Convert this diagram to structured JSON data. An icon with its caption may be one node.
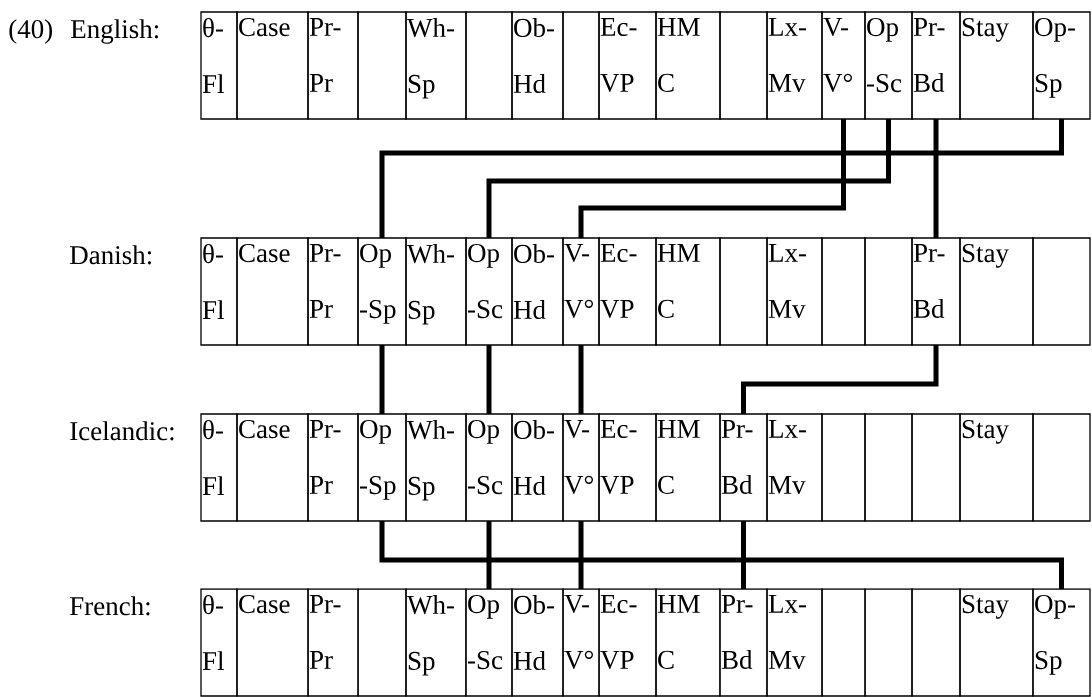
{
  "diagram": {
    "nodes": [
      {
        "text": [
          "θ- Fl"
        ]
      },
      {
        "text": [
          "Case"
        ]
      },
      {
        "text": [
          "Pr- Pr"
        ]
      },
      {
        "text": [],
        "shape": "box"
      },
      {
        "text": [
          "Wh- Sp"
        ]
      },
      {
        "text": [],
        "shape": "box"
      },
      {
        "text": [
          "Ob- Hd"
        ]
      },
      {
        "text": [],
        "shape": "box"
      },
      {
        "text": [
          "Ec- VP"
        ]
      },
      {
        "text": [
          "HM C"
        ]
      },
      {
        "text": [],
        "shape": "box"
      },
      {
        "text": [
          "Lx- Mv"
        ]
      },
      {
        "text": [
          "V- V°"
        ]
      },
      {
        "text": [
          "Op -Sc"
        ]
      },
      {
        "text": [
          "Pr- Bd"
        ]
      },
      {
        "text": [
          "Stay"
        ]
      },
      {
        "text": [
          "Op- Sp"
        ]
      },
      {
        "text": [
          "θ- Fl"
        ]
      },
      {
        "text": [
          "Case"
        ]
      },
      {
        "text": [
          "Pr- Pr"
        ]
      },
      {
        "text": [
          "Op -Sp"
        ]
      },
      {
        "text": [
          "Wh- Sp"
        ]
      },
      {
        "text": [
          "Op -Sc"
        ]
      },
      {
        "text": [
          "Ob- Hd"
        ]
      },
      {
        "text": [
          "V- V°"
        ]
      },
      {
        "text": [
          "Ec- VP"
        ]
      },
      {
        "text": [
          "HM C"
        ]
      },
      {
        "text": [],
        "shape": "box"
      },
      {
        "text": [
          "Lx- Mv"
        ]
      },
      {
        "text": [],
        "shape": "box"
      },
      {
        "text": [],
        "shape": "box"
      },
      {
        "text": [
          "Pr- Bd"
        ]
      },
      {
        "text": [
          "Stay"
        ]
      },
      {
        "text": [],
        "shape": "box"
      },
      {
        "text": [
          "θ- Fl"
        ]
      },
      {
        "text": [
          "Case"
        ]
      },
      {
        "text": [
          "Pr- Pr"
        ]
      },
      {
        "text": [
          "Op -Sp"
        ]
      },
      {
        "text": [
          "Wh- Sp"
        ]
      },
      {
        "text": [
          "Op -Sc"
        ]
      },
      {
        "text": [
          "Ob- Hd"
        ]
      },
      {
        "text": [
          "V- V°"
        ]
      },
      {
        "text": [
          "Ec- VP"
        ]
      },
      {
        "text": [
          "HM C"
        ]
      },
      {
        "text": [
          "Pr- Bd"
        ]
      },
      {
        "text": [
          "Lx- Mv"
        ]
      },
      {
        "text": [],
        "shape": "box"
      },
      {
        "text": [],
        "shape": "box"
      },
      {
        "text": [],
        "shape": "box"
      },
      {
        "text": [
          "Stay"
        ]
      },
      {
        "text": [],
        "shape": "box"
      },
      {
        "text": [
          "θ- Fl"
        ]
      },
      {
        "text": [
          "Case"
        ]
      },
      {
        "text": [
          "Pr- Pr"
        ]
      },
      {
        "text": [],
        "shape": "box"
      },
      {
        "text": [
          "Wh- Sp"
        ]
      },
      {
        "text": [
          "Op -Sc"
        ]
      },
      {
        "text": [
          "Ob- Hd"
        ]
      },
      {
        "text": [
          "V- V°"
        ]
      },
      {
        "text": [
          "Ec- VP"
        ]
      },
      {
        "text": [
          "HM C"
        ]
      },
      {
        "text": [
          "Pr- Bd"
        ]
      },
      {
        "text": [
          "Lx- Mv"
        ]
      },
      {
        "text": [],
        "shape": "box"
      },
      {
        "text": [],
        "shape": "box"
      },
      {
        "text": [],
        "shape": "box"
      },
      {
        "text": [
          "Stay"
        ]
      },
      {
        "text": [
          "Op- Sp"
        ]
      }
    ],
    "edges": [
      {
        "from": 12,
        "to": 24,
        "arrow": "none"
      },
      {
        "from": 13,
        "to": 22,
        "arrow": "none"
      },
      {
        "from": 14,
        "to": 31,
        "arrow": "none"
      },
      {
        "from": 16,
        "to": 20,
        "arrow": "none"
      },
      {
        "from": 20,
        "to": 37,
        "arrow": "none"
      },
      {
        "from": 22,
        "to": 39,
        "arrow": "none"
      },
      {
        "from": 24,
        "to": 41,
        "arrow": "none"
      },
      {
        "from": 31,
        "to": 44,
        "arrow": "none"
      },
      {
        "from": 37,
        "to": 67,
        "arrow": "none"
      },
      {
        "from": 39,
        "to": 56,
        "arrow": "none"
      },
      {
        "from": 41,
        "to": 58,
        "arrow": "none"
      },
      {
        "from": 44,
        "to": 61,
        "arrow": "none"
      }
    ],
    "labels": [
      "(40)",
      "English:",
      "Danish:",
      "Icelandic:",
      "French:"
    ]
  }
}
